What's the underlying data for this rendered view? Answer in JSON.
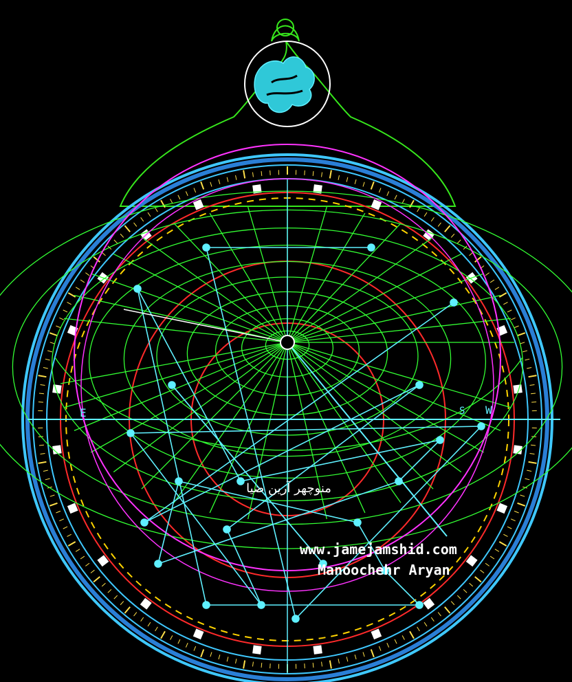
{
  "colors": {
    "background": "#000000",
    "rim": "#3fc8ff",
    "rim_inner": "#2a7fd6",
    "scale_ticks": "#ffe04a",
    "rete": "#5ff0ff",
    "plate_grid": "#33ff33",
    "ecliptic": "#ff33ff",
    "tropics": "#ff2a2a",
    "dashed": "#ffd400",
    "foliage": "#37e81c",
    "star_markers": "#ffffff",
    "caption": "#ffffff"
  },
  "throne_icon": "floral-throne-ornament-icon",
  "shackle_icon": "globe-shackle-icon",
  "labels": {
    "east": "E",
    "west": "W",
    "south_marker": "S"
  },
  "signature": {
    "persian_line": "منوچهر آرین ضیا",
    "url": "www.jamejamshid.com",
    "author": "Manoochehr Aryan"
  }
}
